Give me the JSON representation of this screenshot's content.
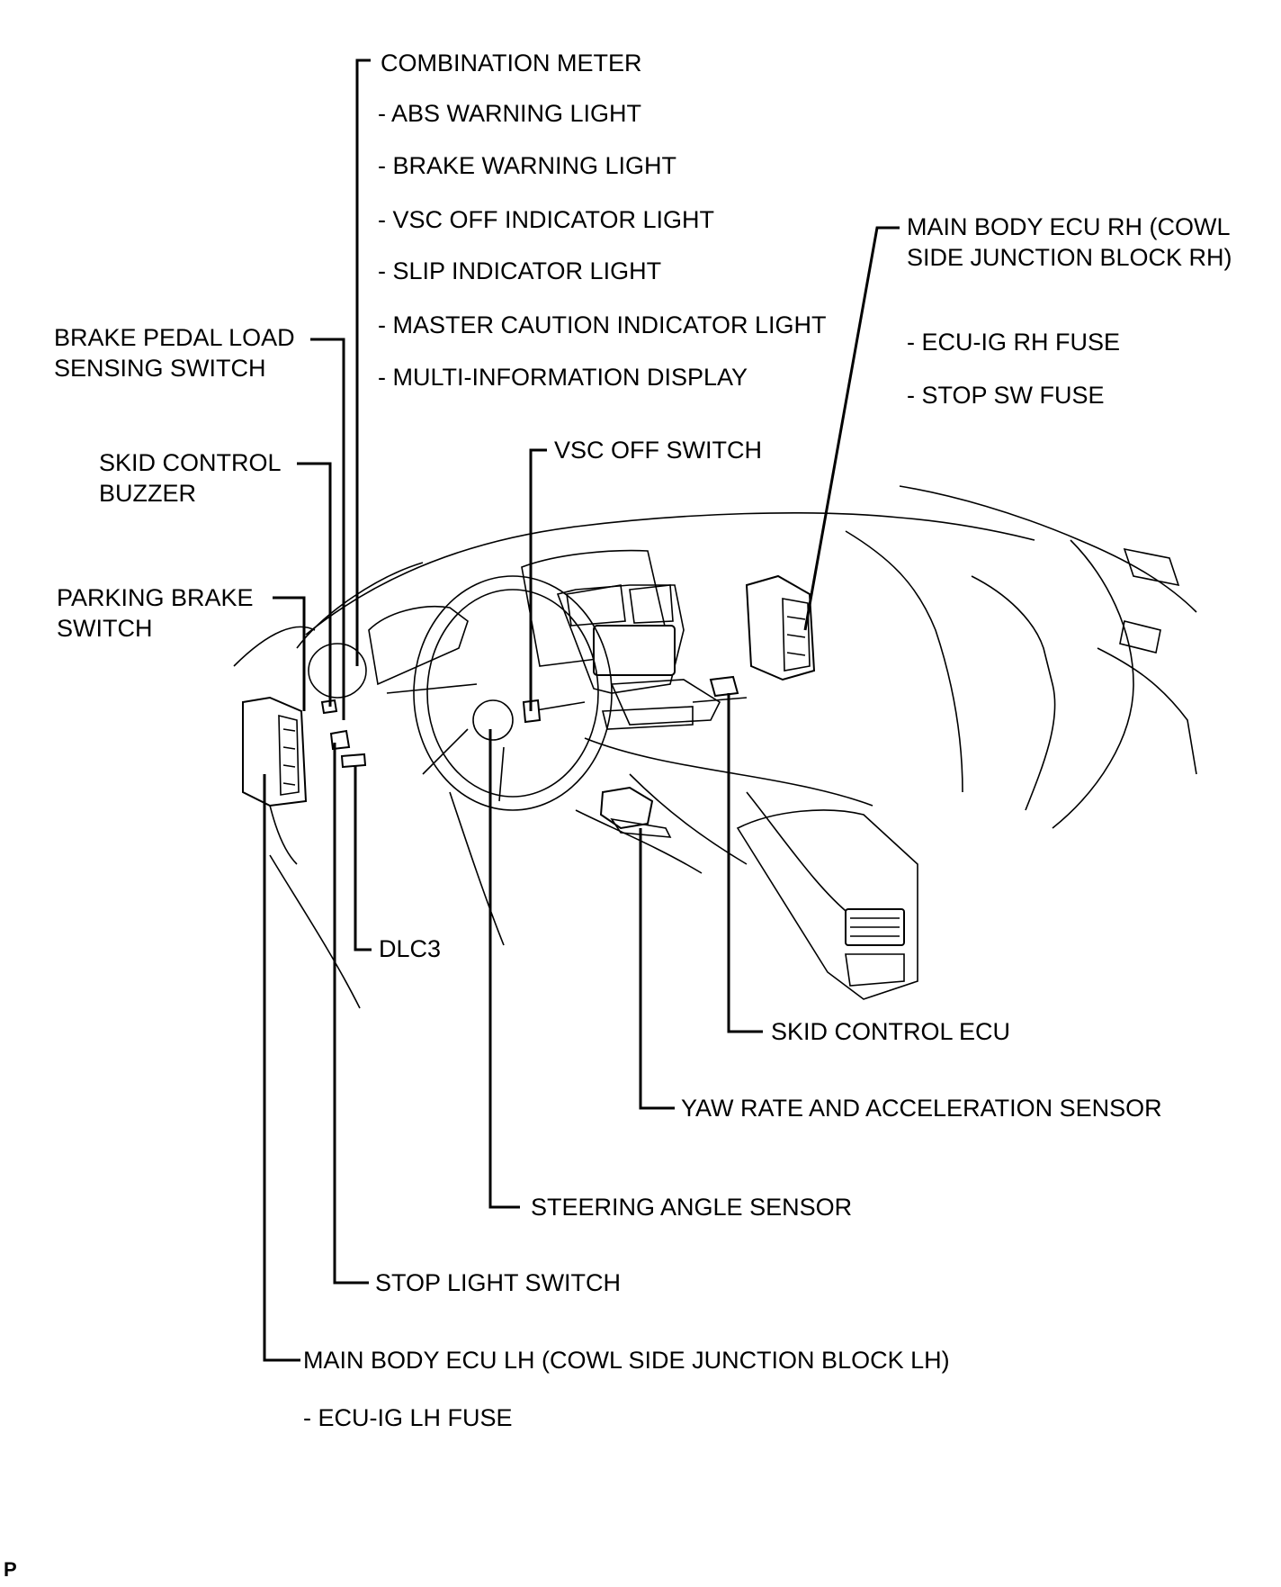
{
  "labels": {
    "combination_meter": "COMBINATION METER",
    "abs_warning_light": "- ABS WARNING LIGHT",
    "brake_warning_light": "- BRAKE WARNING LIGHT",
    "vsc_off_indicator_light": "- VSC OFF INDICATOR LIGHT",
    "slip_indicator_light": "- SLIP INDICATOR LIGHT",
    "master_caution_indicator_light": "- MASTER CAUTION INDICATOR LIGHT",
    "multi_information_display": "- MULTI-INFORMATION DISPLAY",
    "main_body_ecu_rh_line1": "MAIN BODY ECU RH (COWL",
    "main_body_ecu_rh_line2": "SIDE JUNCTION BLOCK RH)",
    "ecu_ig_rh_fuse": "- ECU-IG RH FUSE",
    "stop_sw_fuse": "- STOP SW FUSE",
    "brake_pedal_load_line1": "BRAKE PEDAL LOAD",
    "brake_pedal_load_line2": "SENSING SWITCH",
    "skid_control_buzzer_line1": "SKID CONTROL",
    "skid_control_buzzer_line2": "BUZZER",
    "parking_brake_line1": "PARKING BRAKE",
    "parking_brake_line2": "SWITCH",
    "vsc_off_switch": "VSC OFF SWITCH",
    "dlc3": "DLC3",
    "skid_control_ecu": "SKID CONTROL ECU",
    "yaw_rate_sensor": "YAW RATE AND ACCELERATION SENSOR",
    "steering_angle_sensor": "STEERING ANGLE SENSOR",
    "stop_light_switch": "STOP LIGHT SWITCH",
    "main_body_ecu_lh": "MAIN BODY ECU LH (COWL SIDE JUNCTION BLOCK LH)",
    "ecu_ig_lh_fuse": "- ECU-IG LH FUSE"
  },
  "footer": {
    "code": "P"
  }
}
